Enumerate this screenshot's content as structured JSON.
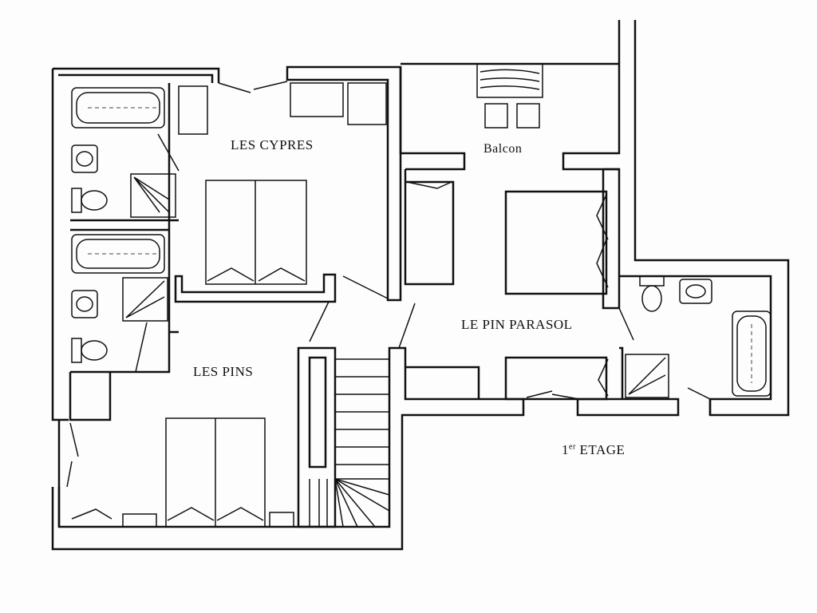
{
  "rooms": {
    "cypres": "LES CYPRES",
    "balcon": "Balcon",
    "pin_parasol": "LE PIN PARASOL",
    "pins": "LES PINS"
  },
  "floor": {
    "number": "1",
    "suffix": "er",
    "name": "ETAGE"
  }
}
